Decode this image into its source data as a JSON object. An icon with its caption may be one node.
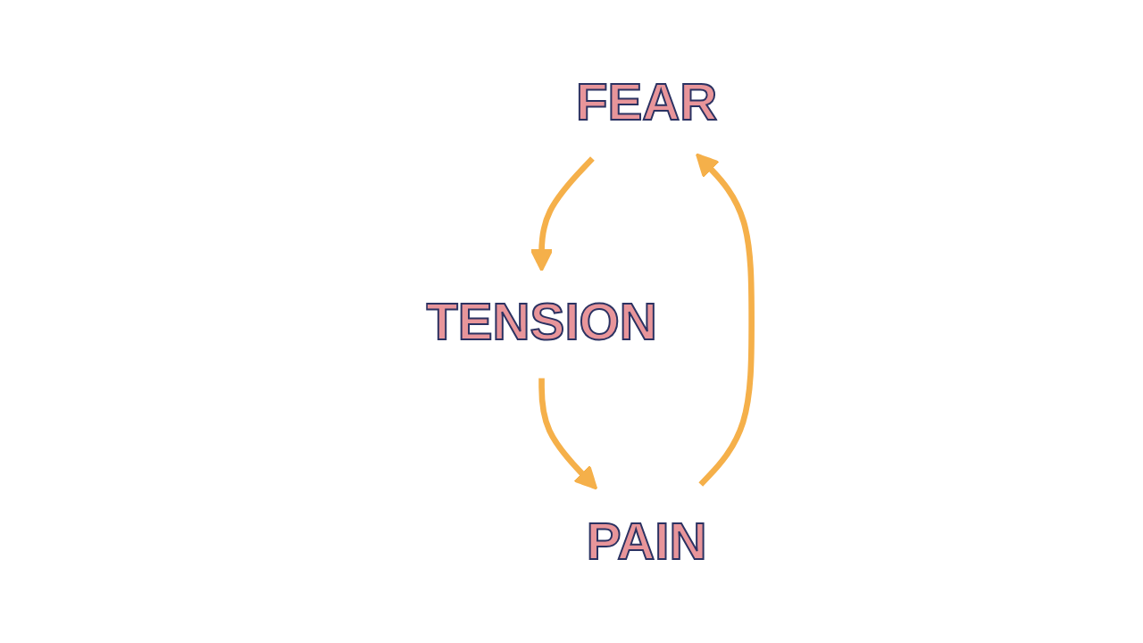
{
  "diagram": {
    "nodes": [
      {
        "text": [
          "FEAR"
        ]
      },
      {
        "text": [
          "TENSION"
        ]
      },
      {
        "text": [
          "PAIN"
        ]
      }
    ],
    "edges": [
      {
        "from": 0,
        "to": 1,
        "arrow": "to"
      },
      {
        "from": 1,
        "to": 2,
        "arrow": "to"
      },
      {
        "from": 2,
        "to": 0,
        "arrow": "to"
      }
    ]
  }
}
